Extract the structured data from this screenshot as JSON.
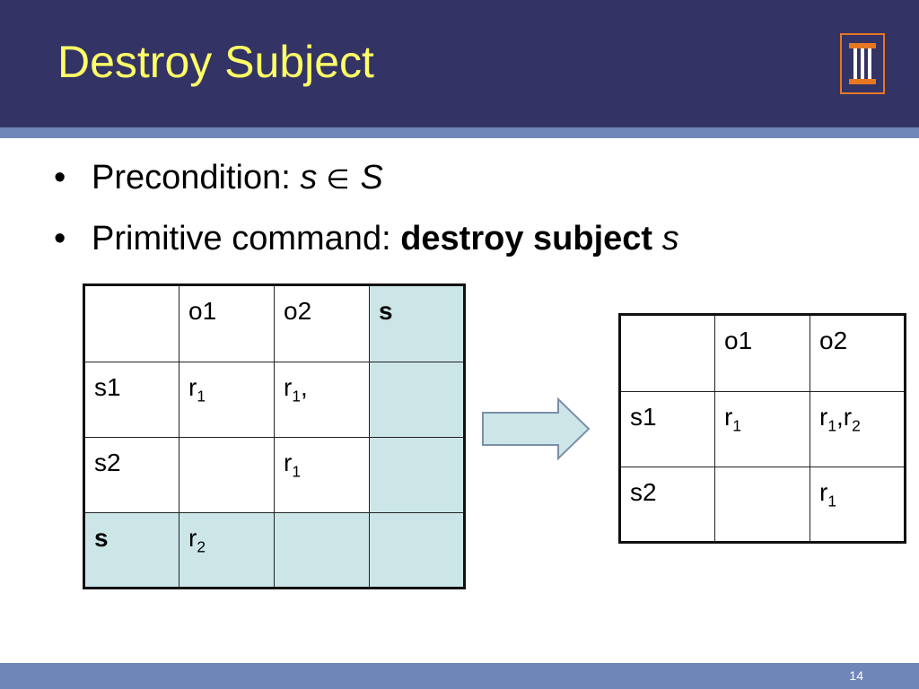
{
  "header": {
    "title": "Destroy Subject",
    "colors": {
      "band": "#333366",
      "title": "#ffff66",
      "rule": "#6f86b8",
      "logo_border": "#e87722"
    }
  },
  "bullets": [
    {
      "label": "Precondition: ",
      "var_s": "s",
      "symbol": "∈",
      "var_S": "S"
    },
    {
      "label": "Primitive command: ",
      "command": "destroy subject",
      "var_s": "s"
    }
  ],
  "matrix_before": {
    "columns": [
      "",
      "o1",
      "o2",
      "s"
    ],
    "rows": [
      {
        "subject": "s1",
        "cells": [
          {
            "base": "r",
            "sub": "1",
            "after": ""
          },
          {
            "base": "r",
            "sub": "1",
            "after": ","
          },
          {
            "base": "",
            "sub": "",
            "after": ""
          }
        ]
      },
      {
        "subject": "s2",
        "cells": [
          {
            "base": "",
            "sub": "",
            "after": ""
          },
          {
            "base": "r",
            "sub": "1",
            "after": ""
          },
          {
            "base": "",
            "sub": "",
            "after": ""
          }
        ]
      },
      {
        "subject": "s",
        "cells": [
          {
            "base": "r",
            "sub": "2",
            "after": ""
          },
          {
            "base": "",
            "sub": "",
            "after": ""
          },
          {
            "base": "",
            "sub": "",
            "after": ""
          }
        ]
      }
    ],
    "highlight_color": "#cce6e8"
  },
  "matrix_after": {
    "columns": [
      "",
      "o1",
      "o2"
    ],
    "rows": [
      {
        "subject": "s1",
        "cells": [
          {
            "base": "r",
            "sub": "1",
            "after": ""
          },
          {
            "base": "r",
            "sub": "1",
            "after": ",",
            "base2": "r",
            "sub2": "2"
          }
        ]
      },
      {
        "subject": "s2",
        "cells": [
          {
            "base": "",
            "sub": "",
            "after": ""
          },
          {
            "base": "r",
            "sub": "1",
            "after": ""
          }
        ]
      }
    ]
  },
  "footer": {
    "page_number": "14"
  }
}
